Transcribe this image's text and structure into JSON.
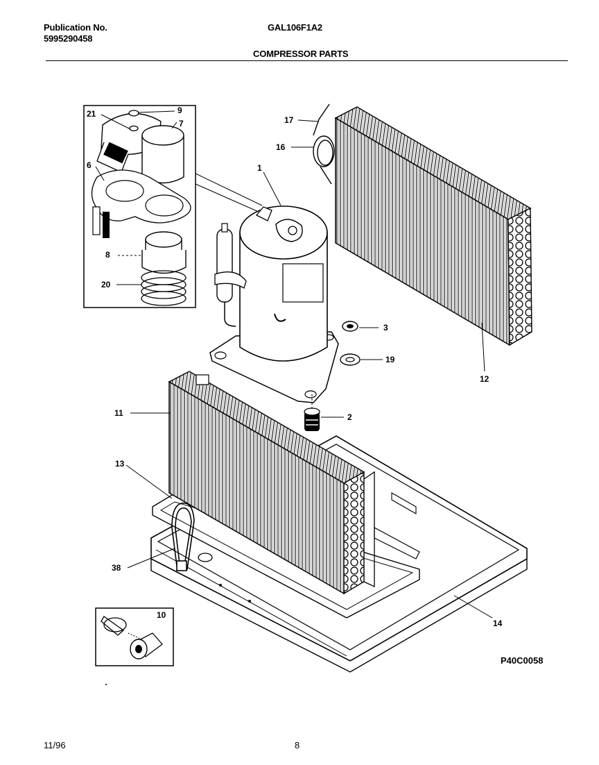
{
  "header": {
    "publication_label": "Publication No.",
    "publication_number": "5995290458",
    "model": "GAL106F1A2",
    "section_title": "COMPRESSOR PARTS"
  },
  "diagram": {
    "code": "P40C0058",
    "callouts": [
      "21",
      "9",
      "7",
      "6",
      "8",
      "20",
      "17",
      "16",
      "1",
      "3",
      "19",
      "12",
      "11",
      "2",
      "13",
      "38",
      "14",
      "10"
    ]
  },
  "footer": {
    "date": "11/96",
    "page": "8"
  }
}
